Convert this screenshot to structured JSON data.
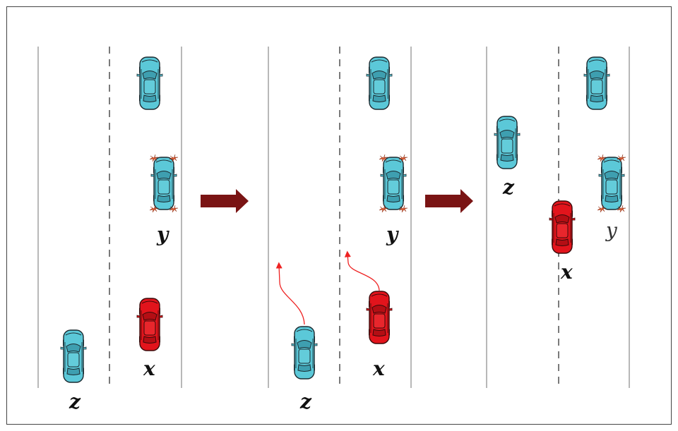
{
  "labels": {
    "x": "x",
    "y": "y",
    "z": "z"
  },
  "colors": {
    "frame": "#444444",
    "lane_line": "#888888",
    "dashed_line": "#222222",
    "car_blue": "#5BC8D8",
    "car_red": "#E2141C",
    "hazard": "#E05A2E",
    "arrow": "#7A1414",
    "path": "#EE2222"
  },
  "icons": {
    "car": "car-topdown-icon",
    "transition": "right-arrow-icon",
    "lane_change_path": "curved-arrow-icon",
    "hazard_lights": "hazard-lights-icon"
  }
}
